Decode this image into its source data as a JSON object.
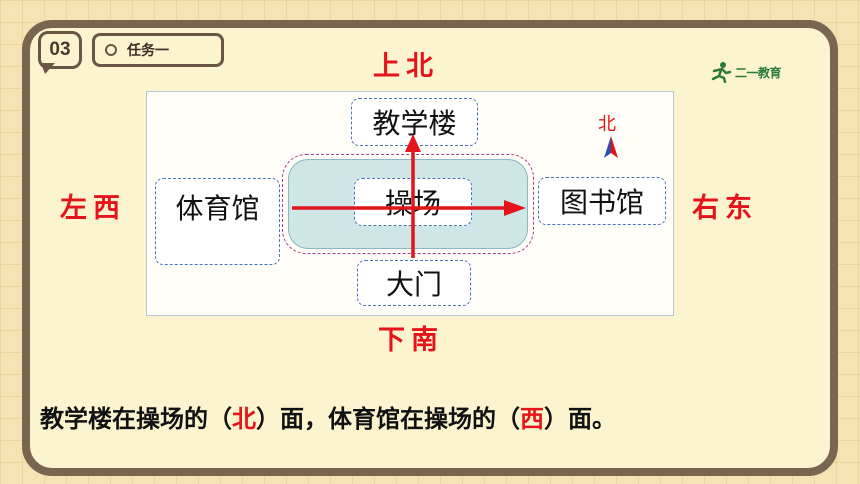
{
  "header": {
    "badge": "03",
    "task_label": "任务一",
    "logo_text": "二一教育"
  },
  "diagram": {
    "boxes": {
      "teaching_building": "教学楼",
      "gym": "体育馆",
      "playground": "操场",
      "library": "图书馆",
      "gate": "大门"
    },
    "directions": {
      "top": "上北",
      "bottom": "下南",
      "left": "左西",
      "right": "右东"
    },
    "compass": {
      "label": "北"
    }
  },
  "sentence": {
    "part1": "教学楼在操场的（",
    "answer1": "北",
    "part2": "）面，体育馆在操场的（",
    "answer2": "西",
    "part3": "）面。"
  },
  "colors": {
    "frame": "#7a6550",
    "accent_red": "#e4141b",
    "box_border": "#4a72b8",
    "field_fill": "#cfe6e6",
    "compass_blue": "#2a4fb0",
    "compass_red": "#e4141b"
  }
}
